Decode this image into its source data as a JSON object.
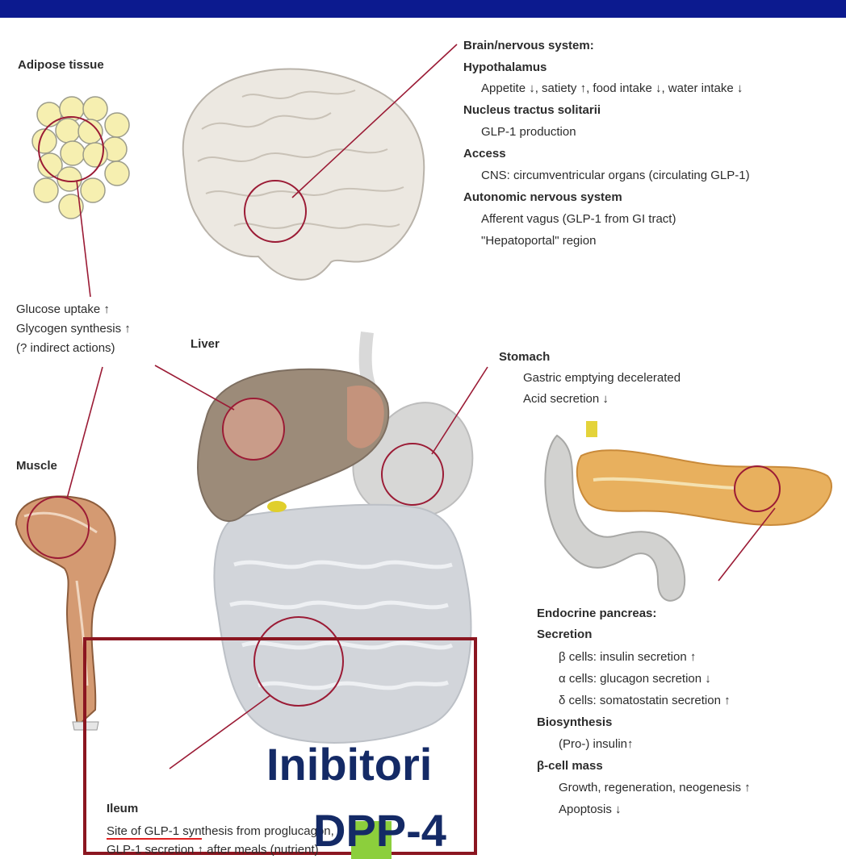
{
  "brain": {
    "heading": "Brain/nervous system:",
    "hypothalamus": "Hypothalamus",
    "hypo_effect": "Appetite ↓, satiety ↑, food intake ↓, water intake ↓",
    "nts": "Nucleus tractus solitarii",
    "nts_effect": "GLP-1 production",
    "access": "Access",
    "access_effect": "CNS: circumventricular organs (circulating GLP-1)",
    "ans": "Autonomic nervous system",
    "ans_effect1": "Afferent vagus (GLP-1 from GI tract)",
    "ans_effect2": "\"Hepatoportal\" region"
  },
  "adipose": {
    "title": "Adipose tissue"
  },
  "glucose": {
    "line1": "Glucose uptake ↑",
    "line2": "Glycogen synthesis ↑",
    "line3": "(? indirect actions)"
  },
  "liver": {
    "title": "Liver"
  },
  "muscle": {
    "title": "Muscle"
  },
  "stomach": {
    "title": "Stomach",
    "line1": "Gastric emptying decelerated",
    "line2": "Acid secretion ↓"
  },
  "pancreas": {
    "title": "Endocrine pancreas:",
    "secretion": "Secretion",
    "beta": "β cells: insulin secretion ↑",
    "alpha": "α cells: glucagon secretion ↓",
    "delta": "δ cells: somatostatin secretion ↑",
    "biosynthesis": "Biosynthesis",
    "proinsulin": "(Pro-) insulin↑",
    "mass": "β-cell mass",
    "growth": "Growth, regeneration, neogenesis ↑",
    "apoptosis": "Apoptosis ↓"
  },
  "ileum": {
    "title": "Ileum",
    "line1": "Site of GLP-1 synthesis from proglucagon,",
    "line2": "GLP-1 secretion ↑ after meals (nutrient)"
  },
  "overlay": {
    "line1": "Inibitori",
    "line2": "DPP-4"
  },
  "colors": {
    "topbar": "#0c1a8f",
    "circle": "#9b1b35",
    "overlay_text": "#142a66",
    "highlight": "#8ccf3c",
    "box_border": "#8b1620",
    "underline": "#e02020"
  }
}
